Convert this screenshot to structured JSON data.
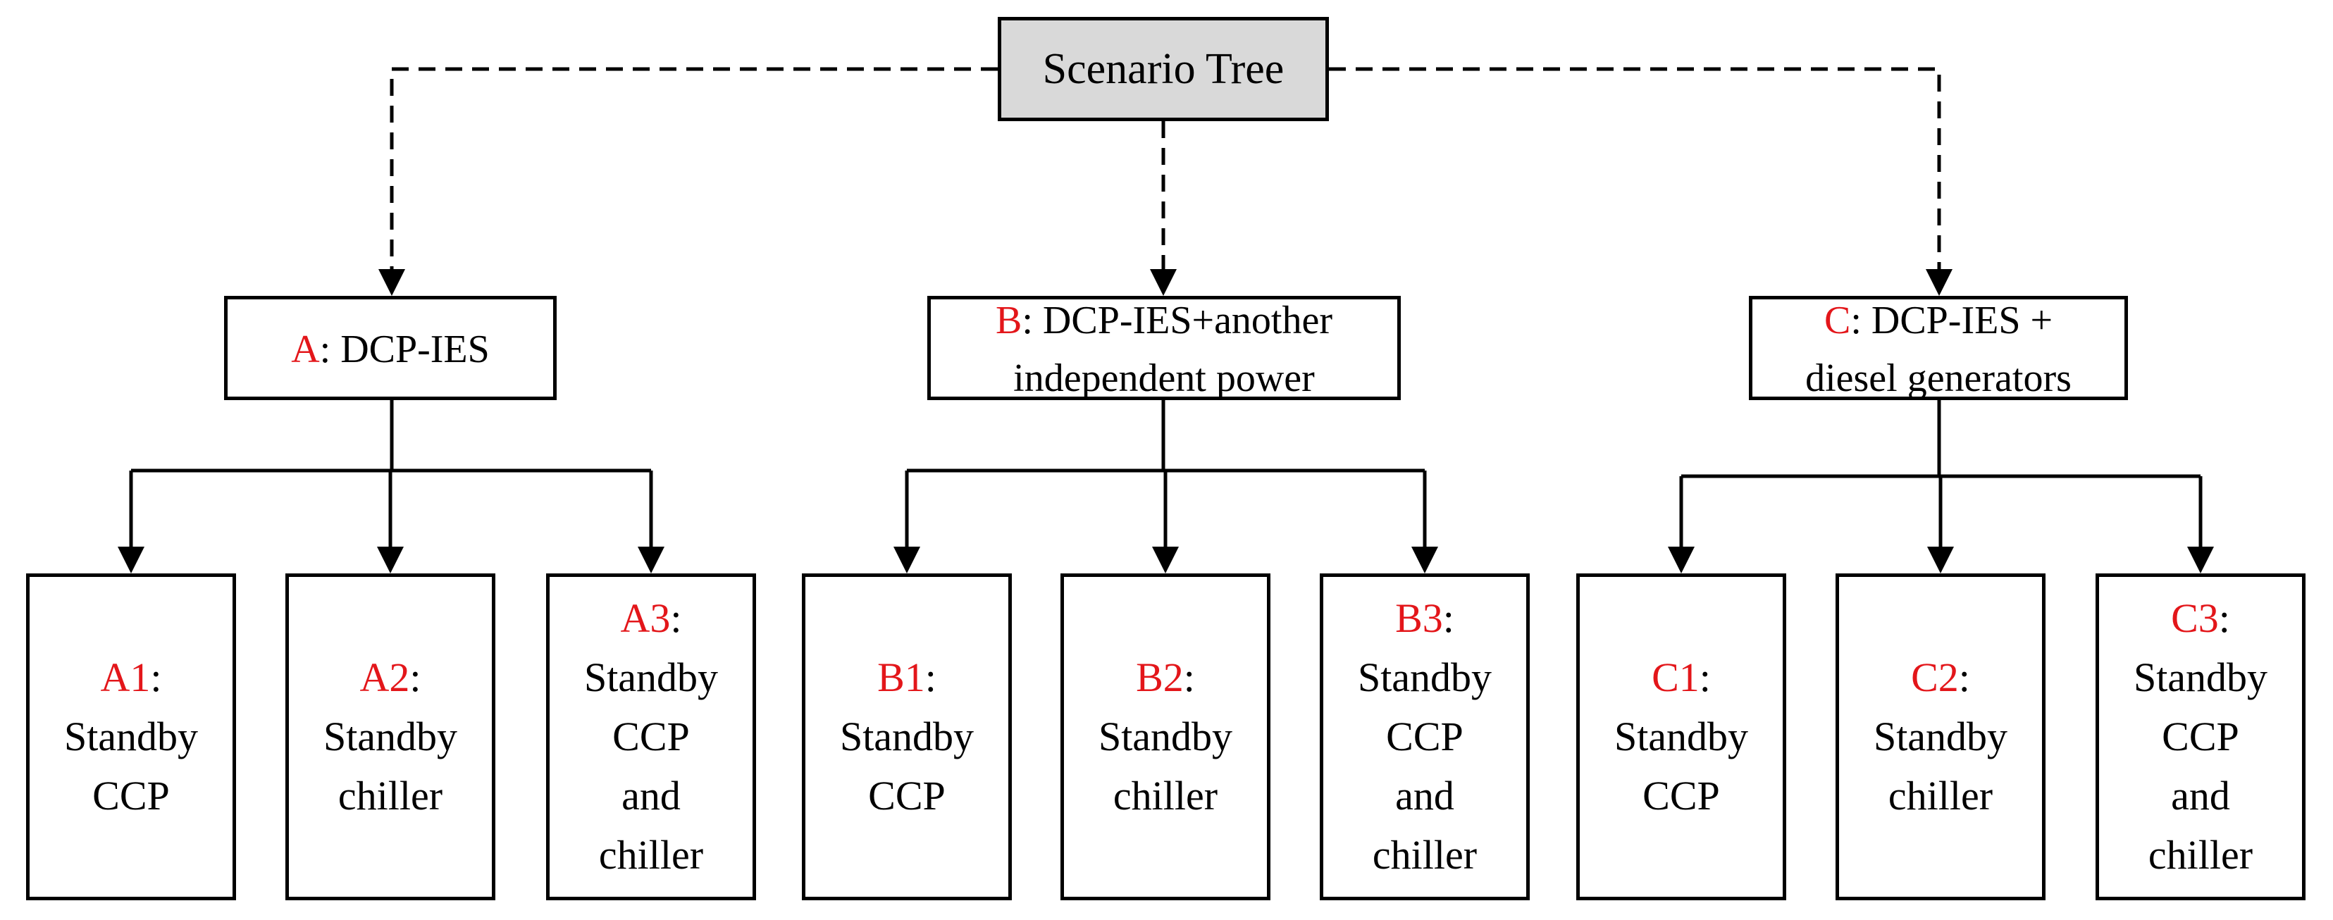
{
  "colors": {
    "code_red": "#e3161a",
    "root_fill": "#d9d9d9",
    "stroke": "#000000"
  },
  "root": {
    "label": "Scenario Tree"
  },
  "scenarios": [
    {
      "code": "A",
      "lines": [
        ": DCP-IES"
      ],
      "children": [
        {
          "code": "A1",
          "lines": [
            "Standby",
            "CCP"
          ]
        },
        {
          "code": "A2",
          "lines": [
            "Standby",
            "chiller"
          ]
        },
        {
          "code": "A3",
          "lines": [
            "Standby",
            "CCP",
            "and",
            "chiller"
          ]
        }
      ]
    },
    {
      "code": "B",
      "lines": [
        ": DCP-IES+another",
        "independent power"
      ],
      "children": [
        {
          "code": "B1",
          "lines": [
            "Standby",
            "CCP"
          ]
        },
        {
          "code": "B2",
          "lines": [
            "Standby",
            "chiller"
          ]
        },
        {
          "code": "B3",
          "lines": [
            "Standby",
            "CCP",
            "and",
            "chiller"
          ]
        }
      ]
    },
    {
      "code": "C",
      "lines": [
        ": DCP-IES +",
        "diesel generators"
      ],
      "children": [
        {
          "code": "C1",
          "lines": [
            "Standby",
            "CCP"
          ]
        },
        {
          "code": "C2",
          "lines": [
            "Standby",
            "chiller"
          ]
        },
        {
          "code": "C3",
          "lines": [
            "Standby",
            "CCP",
            "and",
            "chiller"
          ]
        }
      ]
    }
  ]
}
